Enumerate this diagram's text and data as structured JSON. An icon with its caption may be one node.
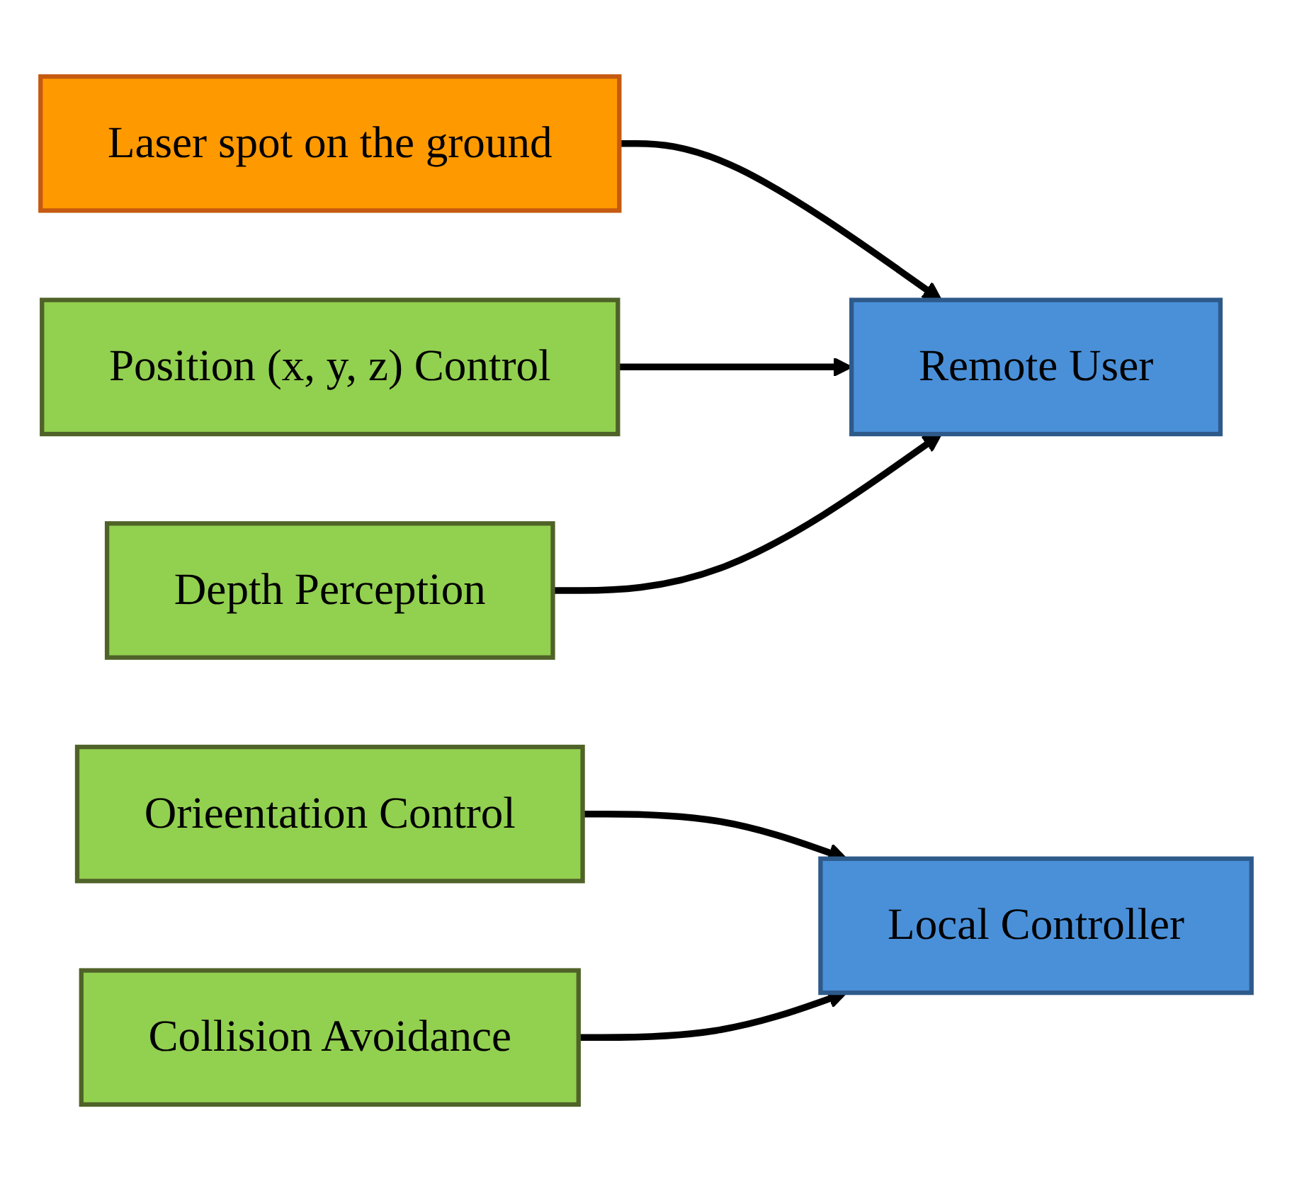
{
  "diagram": {
    "nodes": [
      {
        "text": [
          "Laser spot on the ground"
        ]
      },
      {
        "text": [
          "Position (x, y, z) Control"
        ]
      },
      {
        "text": [
          "Remote User"
        ]
      },
      {
        "text": [
          "Orieentation Control"
        ]
      },
      {
        "text": [
          "Local Controller"
        ]
      },
      {
        "text": [
          "Collision Avoidance"
        ]
      },
      {
        "text": [
          "Depth Perception"
        ]
      }
    ],
    "edges": [
      {
        "from": 0,
        "to": 2,
        "arrow": "to"
      },
      {
        "from": 1,
        "to": 2,
        "arrow": "to"
      },
      {
        "from": 3,
        "to": 4,
        "arrow": "to"
      },
      {
        "from": 5,
        "to": 4,
        "arrow": "to"
      },
      {
        "from": 6,
        "to": 2,
        "arrow": "to"
      }
    ]
  }
}
